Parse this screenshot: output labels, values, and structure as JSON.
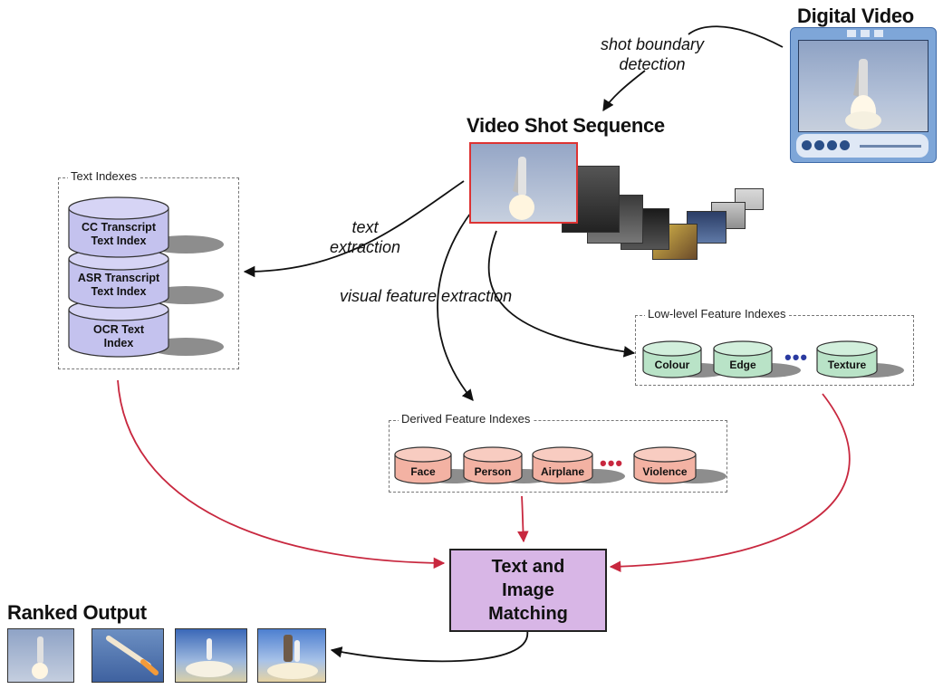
{
  "titles": {
    "digital_video": "Digital Video",
    "shot_sequence": "Video Shot Sequence",
    "ranked_output": "Ranked Output"
  },
  "labels": {
    "shot_boundary": "shot boundary detection",
    "text_extraction": "text extraction",
    "visual_feature": "visual feature extraction"
  },
  "text_indexes": {
    "label": "Text Indexes",
    "items": [
      "CC Transcript Text Index",
      "ASR Transcript Text Index",
      "OCR Text Index"
    ]
  },
  "low_level": {
    "label": "Low-level Feature Indexes",
    "items": [
      "Colour",
      "Edge",
      "Texture"
    ],
    "ellipsis": "•••"
  },
  "derived": {
    "label": "Derived Feature Indexes",
    "items": [
      "Face",
      "Person",
      "Airplane",
      "Violence"
    ],
    "ellipsis": "•••"
  },
  "matching": {
    "label": "Text and Image Matching"
  },
  "colors": {
    "text_cylinder": "#c4c2ee",
    "low_level_cylinder": "#b9e3c7",
    "derived_cylinder": "#f3b2a3",
    "matching_box": "#d8b6e6",
    "red_arrow": "#c8283f",
    "player_frame": "#7ea6d8"
  }
}
